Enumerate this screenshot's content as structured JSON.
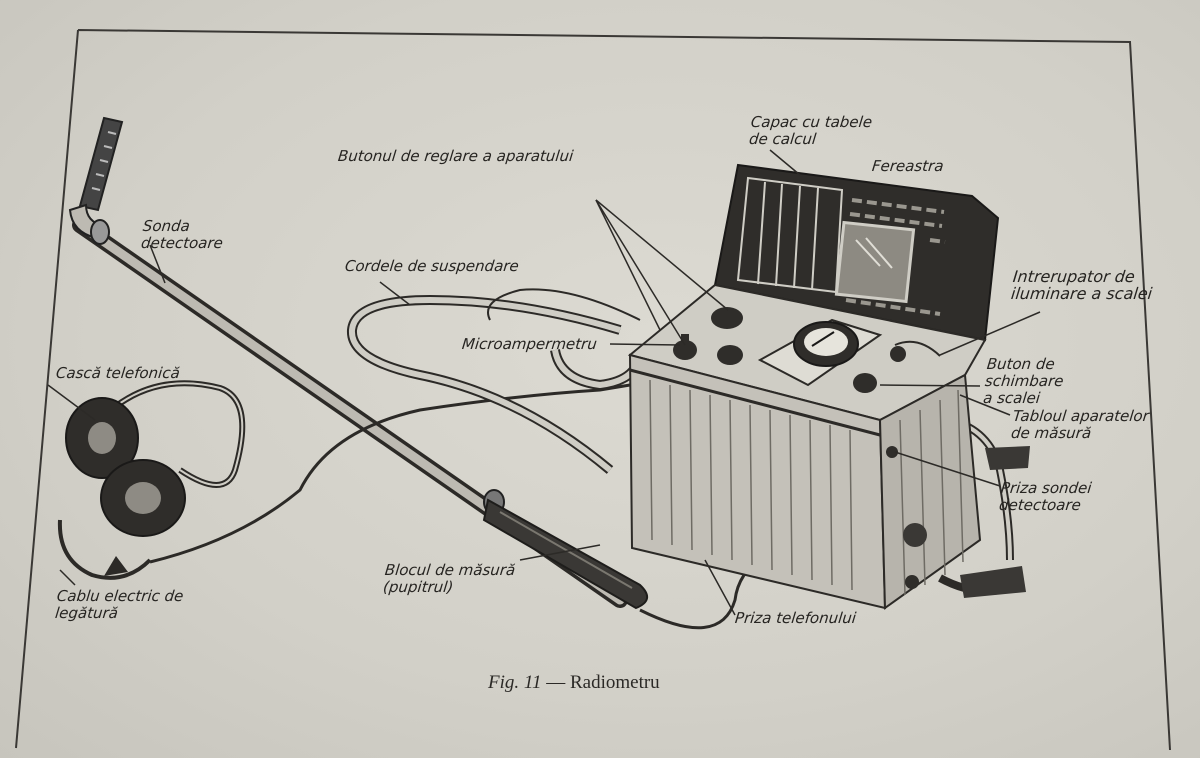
{
  "diagram": {
    "caption": {
      "figure": "Fig. 11",
      "separator": "—",
      "title": "Radiometru"
    },
    "labels": {
      "capac": [
        "Capac cu tabele",
        "de calcul"
      ],
      "fereastra": "Fereastra",
      "butonul": "Butonul de reglare a aparatului",
      "sonda": [
        "Sonda",
        "detectoare"
      ],
      "cordele": "Cordele de suspendare",
      "intrerupator": [
        "Intrerupator de",
        "iluminare a scalei"
      ],
      "microampermetru": "Microampermetru",
      "casca": "Cască telefonică",
      "buton_schimbare": [
        "Buton de",
        "schimbare",
        "a scalei"
      ],
      "tabloul": [
        "Tabloul aparatelor",
        "de măsură"
      ],
      "priza_sondei": [
        "Priza sondei",
        "detectoare"
      ],
      "blocul": [
        "Blocul de măsură",
        "(pupitrul)"
      ],
      "cablu": [
        "Cablu electric de",
        "legătură"
      ],
      "priza_telefonului": "Priza telefonului"
    }
  }
}
